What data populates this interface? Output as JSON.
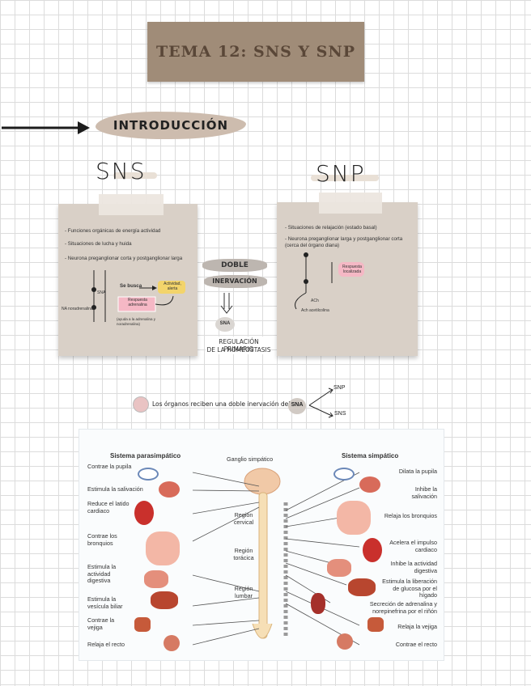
{
  "header": {
    "title": "TEMA 12: SNS Y SNP"
  },
  "intro": {
    "label": "INTRODUCCIÓN"
  },
  "sns": {
    "heading": "SNS",
    "notes": [
      "- Funciones orgánicas de energía actividad",
      "- Situaciones de lucha y huida",
      "- Neurona preganglionar corta y postganglionar larga"
    ],
    "diagram": {
      "se busca": "Se busca",
      "arrow_target": "Actividad, alerta",
      "response": "Respuesta adrenalina",
      "ref_left": "NA noradrenalina",
      "gang": "SNA",
      "foot": "(ayuda a la adrenalina y noradrenalina)"
    }
  },
  "snp": {
    "heading": "SNP",
    "notes": [
      "- Situaciones de relajación (estado basal)",
      "- Neurona preganglionar larga y postganglionar corta (cerca del órgano diana)"
    ],
    "diagram": {
      "response": "Respuesta localizada",
      "left": "ACh",
      "bottom": "Ach acetilcolina"
    }
  },
  "middle": {
    "line1": "DOBLE",
    "line2": "INERVACIÓN",
    "circle": "SNA",
    "bottom1": "REGULACIÓN PRIMARIO",
    "bottom2": "DE LA HOMEOSTASIS"
  },
  "organs_line": {
    "text": "Los órganos reciben una doble inervación del",
    "sna": "SNA",
    "top": "SNP",
    "bottom": "SNS"
  },
  "figure": {
    "left_title": "Sistema parasimpático",
    "right_title": "Sistema simpático",
    "ganglio": "Ganglio simpático",
    "regions": [
      "Región cervical",
      "Región torácica",
      "Región lumbar"
    ],
    "left_labels": [
      "Contrae la pupila",
      "Estimula la salivación",
      "Reduce el latido cardiaco",
      "Contrae los bronquios",
      "Estimula la actividad digestiva",
      "Estimula la vesícula biliar",
      "Contrae la vejiga",
      "Relaja el recto"
    ],
    "right_labels": [
      "Dilata la pupila",
      "Inhibe la salivación",
      "Relaja los bronquios",
      "Acelera el impulso cardiaco",
      "Inhibe la actividad digestiva",
      "Estimula la liberación de glucosa por el hígado",
      "Secreción de adrenalina y norepinefrina por el riñón",
      "Relaja la vejiga",
      "Contrae el recto"
    ]
  },
  "colors": {
    "title_bg": "#a08c78",
    "card_bg": "#d9d0c7",
    "highlight_yellow": "#f3d46b",
    "highlight_pink": "#f5b8c5",
    "organ_red": "#c9302c"
  }
}
